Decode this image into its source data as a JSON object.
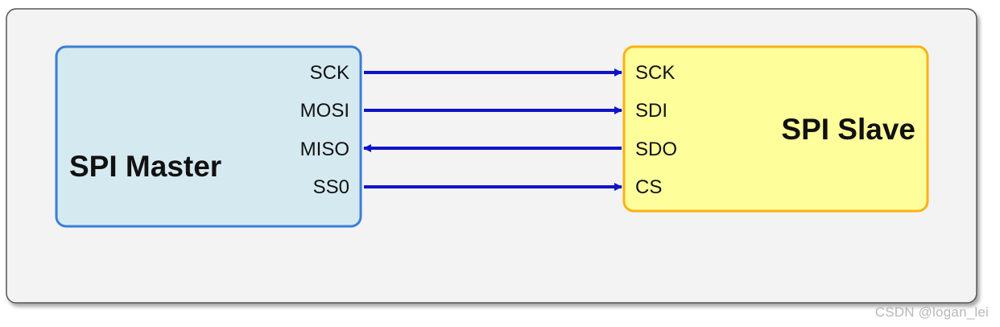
{
  "master": {
    "title": "SPI Master",
    "pins": [
      "SCK",
      "MOSI",
      "MISO",
      "SS0"
    ]
  },
  "slave": {
    "title": "SPI Slave",
    "pins": [
      "SCK",
      "SDI",
      "SDO",
      "CS"
    ]
  },
  "connections": [
    {
      "from": "SCK",
      "to": "SCK",
      "direction": "master-to-slave"
    },
    {
      "from": "MOSI",
      "to": "SDI",
      "direction": "master-to-slave"
    },
    {
      "from": "MISO",
      "to": "SDO",
      "direction": "slave-to-master"
    },
    {
      "from": "SS0",
      "to": "CS",
      "direction": "master-to-slave"
    }
  ],
  "colors": {
    "container_fill": "#f3f3f3",
    "container_stroke": "#555555",
    "master_fill": "#d5eaf0",
    "master_stroke": "#3a7fd5",
    "slave_fill": "#fefe9b",
    "slave_stroke": "#f9b215",
    "arrow": "#0f14c8"
  },
  "watermark": "CSDN @logan_lei"
}
